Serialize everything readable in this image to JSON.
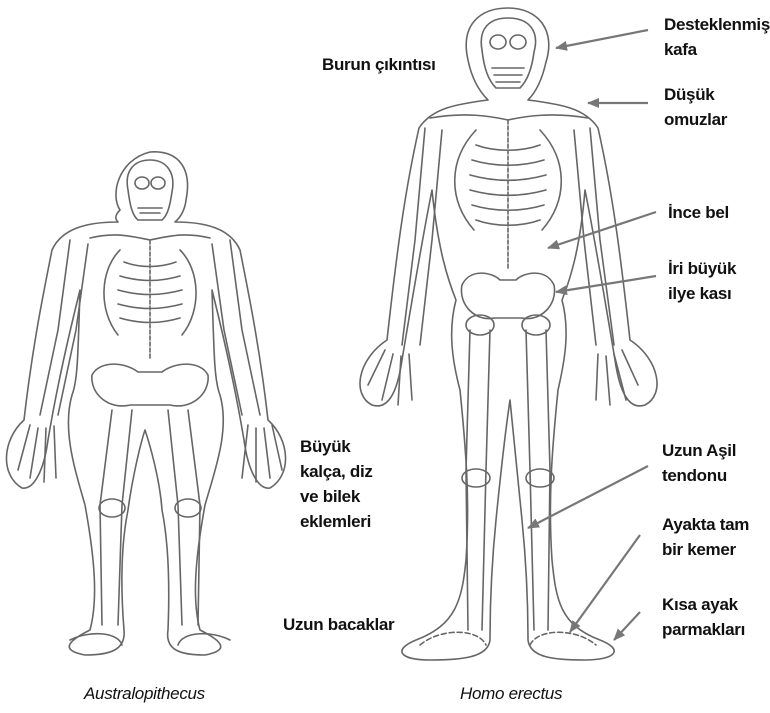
{
  "figure": {
    "line_color": "#666666",
    "text_color": "#111111",
    "arrow_color": "#777777",
    "labels": {
      "burun": "Burun çıkıntısı",
      "kafa": "Desteklenmiş\nkafa",
      "omuz": "Düşük\nomuzlar",
      "bel": "İnce bel",
      "ilye": "İri büyük\nilye kası",
      "eklem": "Büyük\nkalça, diz\nve bilek\neklemleri",
      "bacak": "Uzun bacaklar",
      "asil": "Uzun Aşil\ntendonu",
      "kemer": "Ayakta tam\nbir kemer",
      "parmak": "Kısa ayak\nparmakları"
    },
    "captions": {
      "left": "Australopithecus",
      "right": "Homo erectus"
    }
  }
}
